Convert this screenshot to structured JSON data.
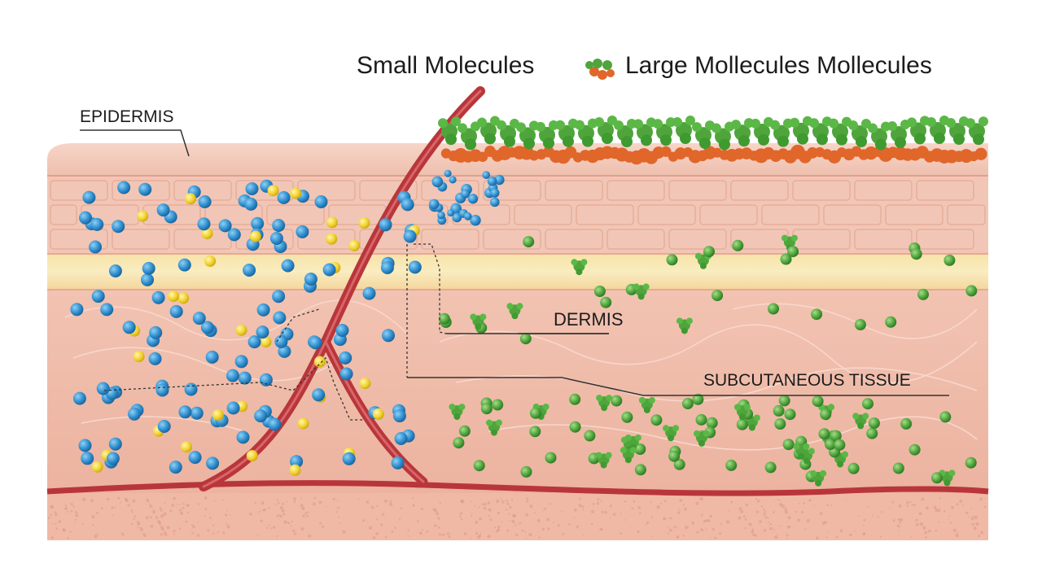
{
  "legend": {
    "small_label": "Small Molecules",
    "large_label": "Large Mollecules Mollecules",
    "large_icon": "large-molecule-cluster-icon"
  },
  "labels": {
    "epidermis": "EPIDERMIS",
    "dermis": "DERMIS",
    "subcutaneous": "SUBCUTANEOUS TISSUE"
  },
  "colors": {
    "small_blue": "#2f8fcf",
    "small_yellow": "#f2d22e",
    "large_green": "#4fa53c",
    "large_orange": "#e0662a",
    "vessel": "#b8363a",
    "skin": "#f2c2b0"
  }
}
